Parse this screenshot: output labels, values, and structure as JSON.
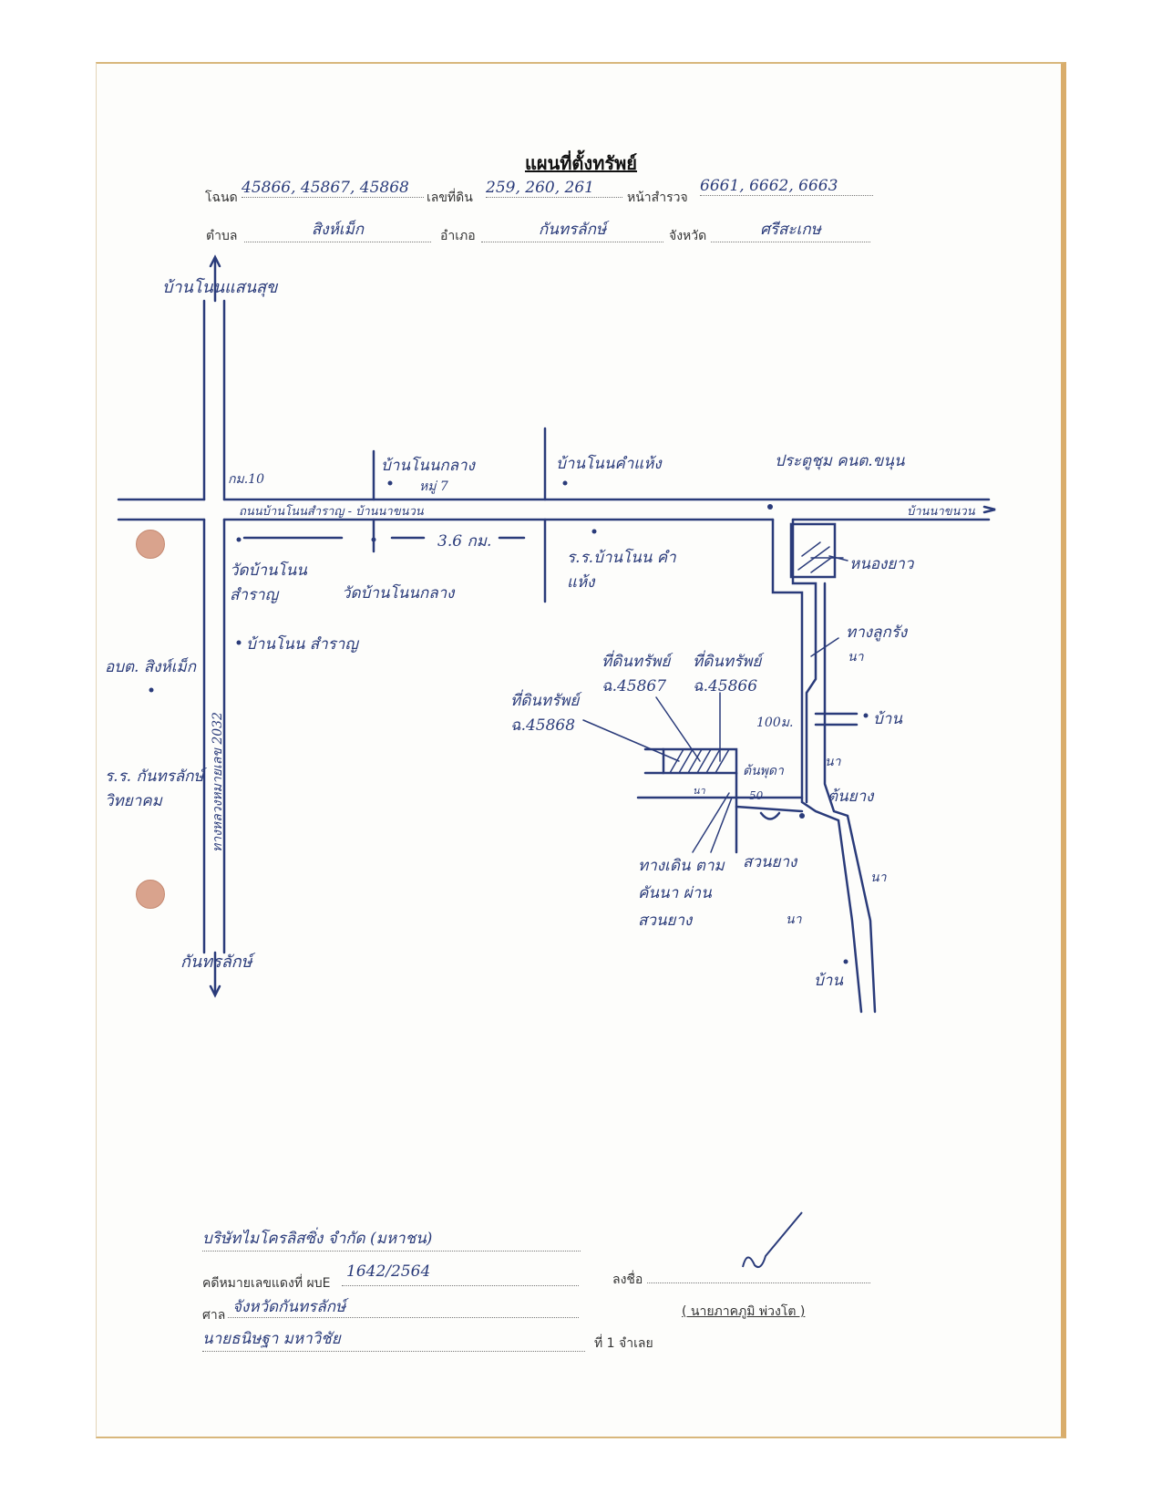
{
  "header": {
    "title": "แผนที่ตั้งทรัพย์",
    "deed_label": "โฉนด",
    "deed_value": "45866, 45867, 45868",
    "land_no_label": "เลขที่ดิน",
    "land_no_value": "259, 260, 261",
    "survey_label": "หน้าสำรวจ",
    "survey_value": "6661, 6662, 6663",
    "tambon_label": "ตำบล",
    "tambon_value": "สิงห์เม็ก",
    "amphoe_label": "อำเภอ",
    "amphoe_value": "กันทรลักษ์",
    "province_label": "จังหวัด",
    "province_value": "ศรีสะเกษ"
  },
  "map_labels": {
    "north_village": "บ้านโนนแสนสุข",
    "south_town": "กันทรลักษ์",
    "km10": "กม.10",
    "road_main": "ถนนบ้านโนนสำราญ - บ้านนาขนวน",
    "road_end": "บ้านนาขนวน",
    "distance": "3.6 กม.",
    "village_middle": "บ้านโนนกลาง",
    "moo7": "หมู่ 7",
    "village_khamhaeng": "บ้านโนนคำแห้ง",
    "meeting_hall": "ประตูชุม คนต.ขนุน",
    "temple_samran": "วัดบ้านโนน สำราญ",
    "temple_middle": "วัดบ้านโนนกลาง",
    "school_khamhaeng": "ร.ร.บ้านโนน คำแห้ง",
    "village_samran": "บ้านโนน สำราญ",
    "pond": "หนองยาว",
    "tambon_office": "อบต. สิงห์เม็ก",
    "school_kantharalak": "ร.ร. กันทรลักษ์ วิทยาคม",
    "highway": "ทางหลวงหมายเลข 2032",
    "dirt_road": "ทางลูกรัง",
    "paddy1": "นา",
    "paddy2": "นา",
    "paddy3": "นา",
    "paddy4": "นา",
    "paddy5": "นา",
    "village_east": "บ้าน",
    "village_south": "บ้าน",
    "dist_100m": "100ม.",
    "dist_50": "50",
    "tree_tan": "ต้นพุดา",
    "rubber_tree": "ต้นยาง",
    "rubber_garden": "สวนยาง",
    "plot_45868": "ที่ดินทรัพย์ ฉ.45868",
    "plot_45867": "ที่ดินทรัพย์ ฉ.45867",
    "plot_45866": "ที่ดินทรัพย์ ฉ.45866",
    "walk_path": "ทางเดิน ตามคันนา ผ่านสวนยาง"
  },
  "footer": {
    "case_name": "บริษัทไมโครลิสซิ่ง จำกัด (มหาชน)",
    "case_no_label": "คดีหมายเลขแดงที่ ผบE",
    "case_no_value": "1642/2564",
    "court_label": "ศาล",
    "court_value": "จังหวัดกันทรลักษ์",
    "signed_label": "ลงชื่อ",
    "signer_name": "( นายภาคภูมิ พ่วงโต )",
    "lawyer_value": "นายธนิษฐา มหาวิชัย",
    "defendant_text": "ที่ 1 จำเลย"
  }
}
